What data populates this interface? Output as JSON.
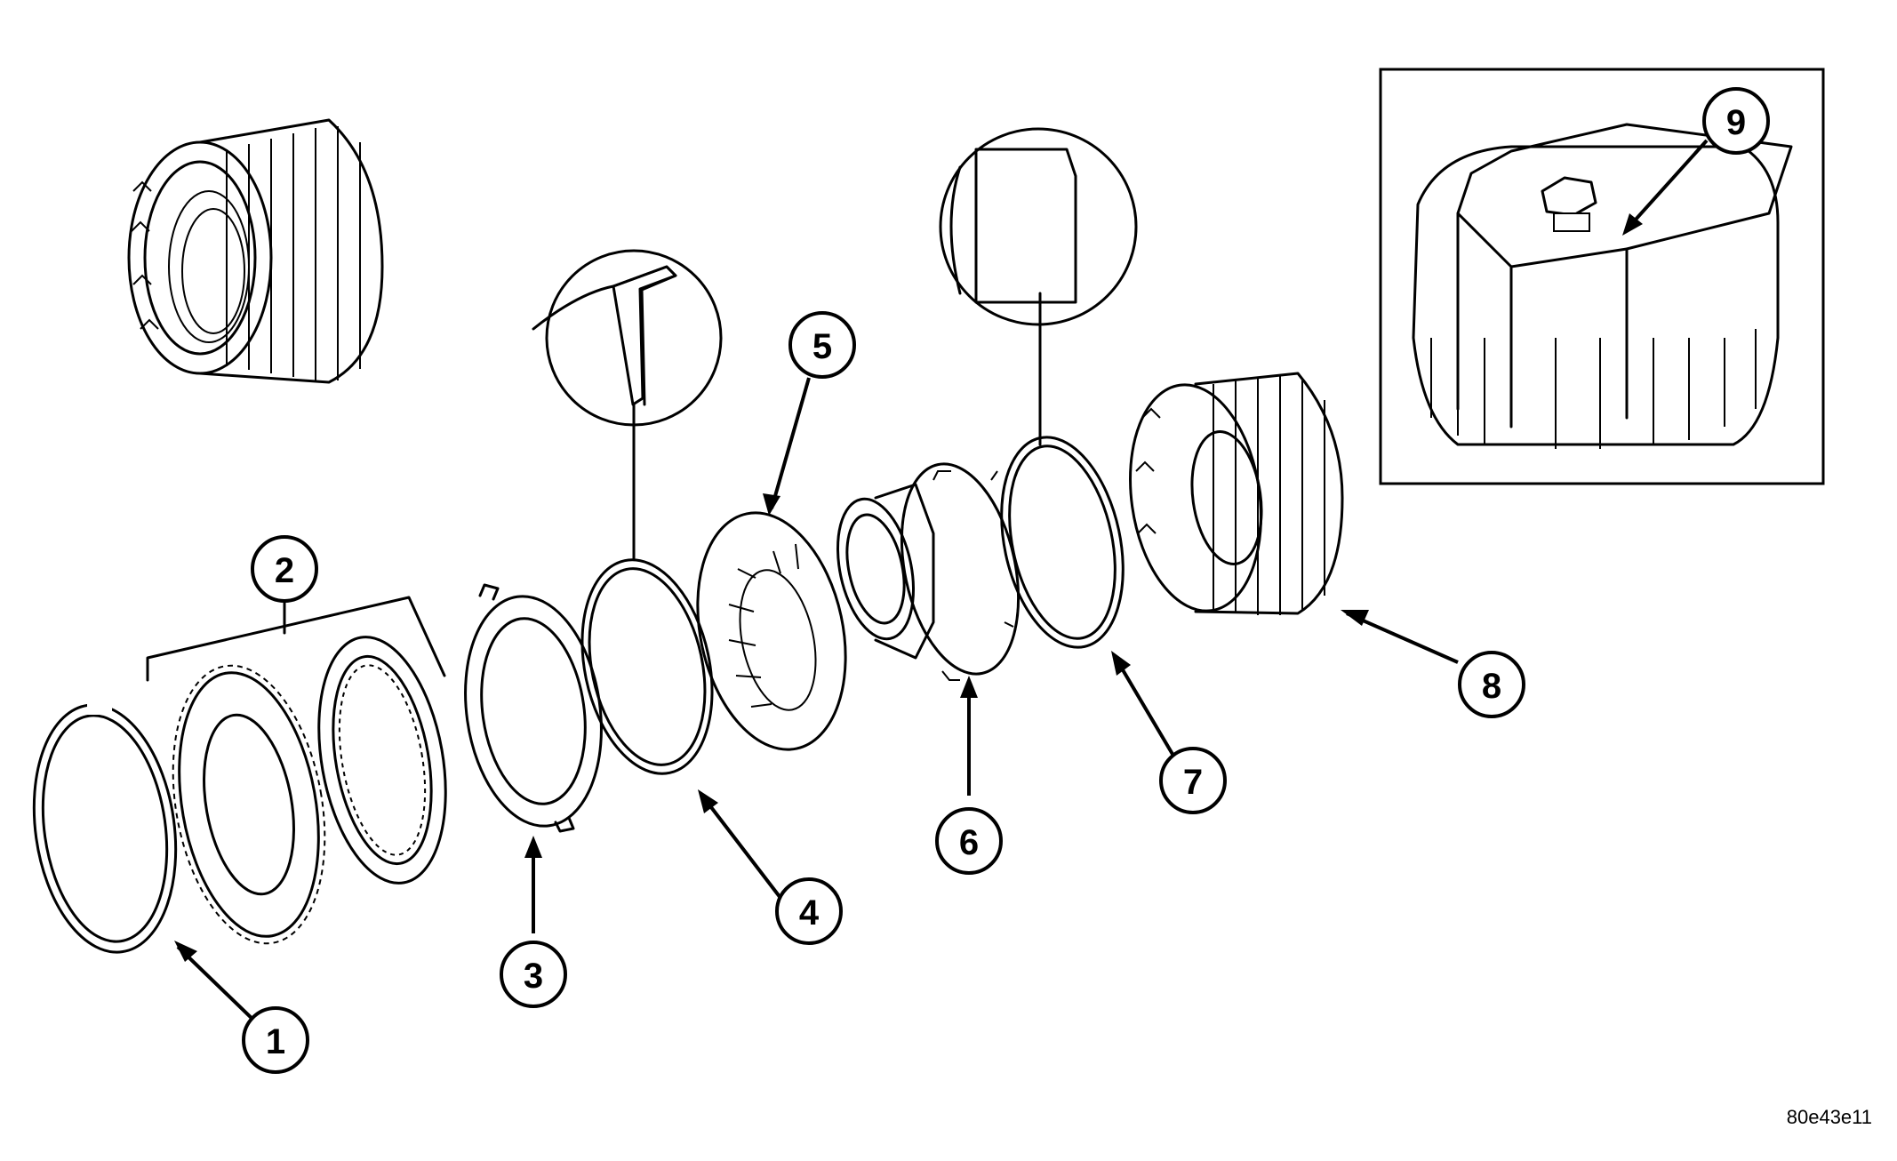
{
  "figure_id": "80e43e11",
  "callouts": [
    "1",
    "2",
    "3",
    "4",
    "5",
    "6",
    "7",
    "8",
    "9"
  ],
  "colors": {
    "ink": "#000000",
    "background": "#ffffff"
  }
}
